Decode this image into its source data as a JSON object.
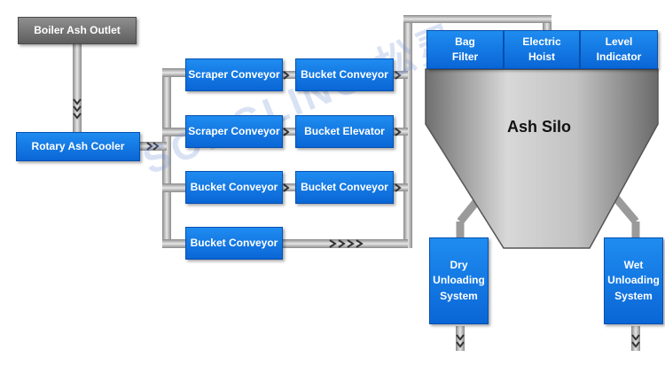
{
  "title": "",
  "components": {
    "boiler_ash_outlet": "Boiler Ash Outlet",
    "rotary_ash_cooler": "Rotary Ash Cooler",
    "scraper_conveyor_1": "Scraper Conveyor",
    "scraper_conveyor_2": "Scraper Conveyor",
    "bucket_conveyor_left": "Bucket Conveyor",
    "bucket_conveyor_bottom": "Bucket Conveyor",
    "bucket_conveyor_1": "Bucket Conveyor",
    "bucket_elevator": "Bucket Elevator",
    "bucket_conveyor_3": "Bucket Conveyor",
    "bag_filter": [
      "Bag",
      "Filter"
    ],
    "electric_hoist": [
      "Electric",
      "Hoist"
    ],
    "level_indicator": [
      "Level",
      "Indicator"
    ],
    "ash_silo": "Ash Silo",
    "dry_unloading": [
      "Dry",
      "Unloading",
      "System"
    ],
    "wet_unloading": [
      "Wet",
      "Unloading",
      "System"
    ]
  },
  "watermark": "SONGLING 松灵",
  "colors": {
    "box_blue": "#0a66d6",
    "box_gray": "#5e5e5e",
    "pipe": "#a8a8a8",
    "silo": "#8a8a8a"
  }
}
